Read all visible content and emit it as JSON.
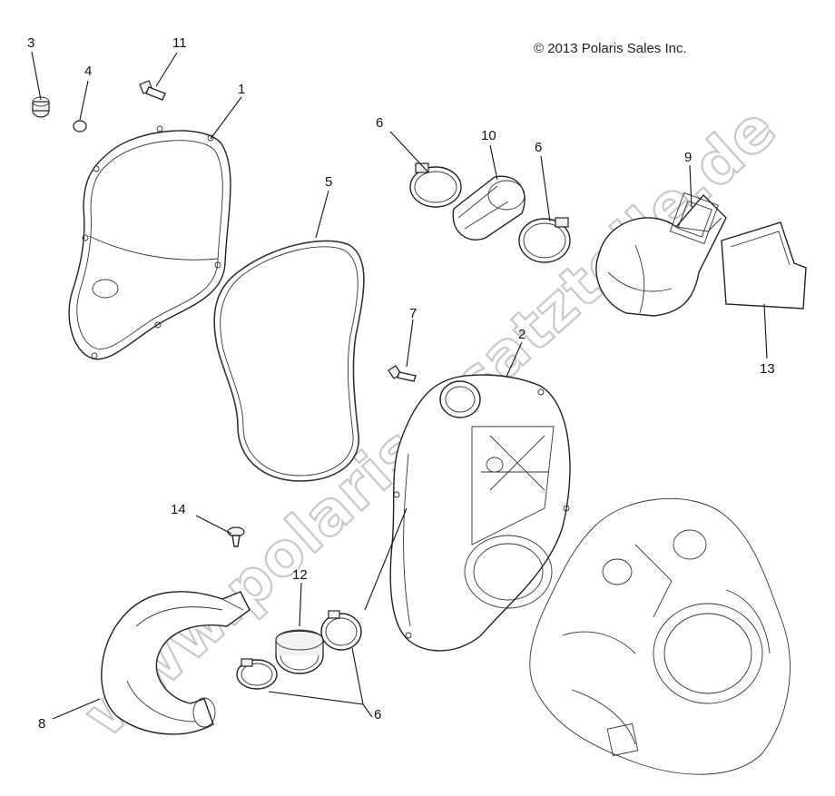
{
  "copyright": "© 2013 Polaris Sales Inc.",
  "watermark": "www.polarisersatzteile.de",
  "callouts": {
    "c1": "1",
    "c2": "2",
    "c3": "3",
    "c4": "4",
    "c5": "5",
    "c6a": "6",
    "c6b": "6",
    "c6c": "6",
    "c7": "7",
    "c8": "8",
    "c9": "9",
    "c10": "10",
    "c11": "11",
    "c12": "12",
    "c13": "13",
    "c14": "14"
  }
}
